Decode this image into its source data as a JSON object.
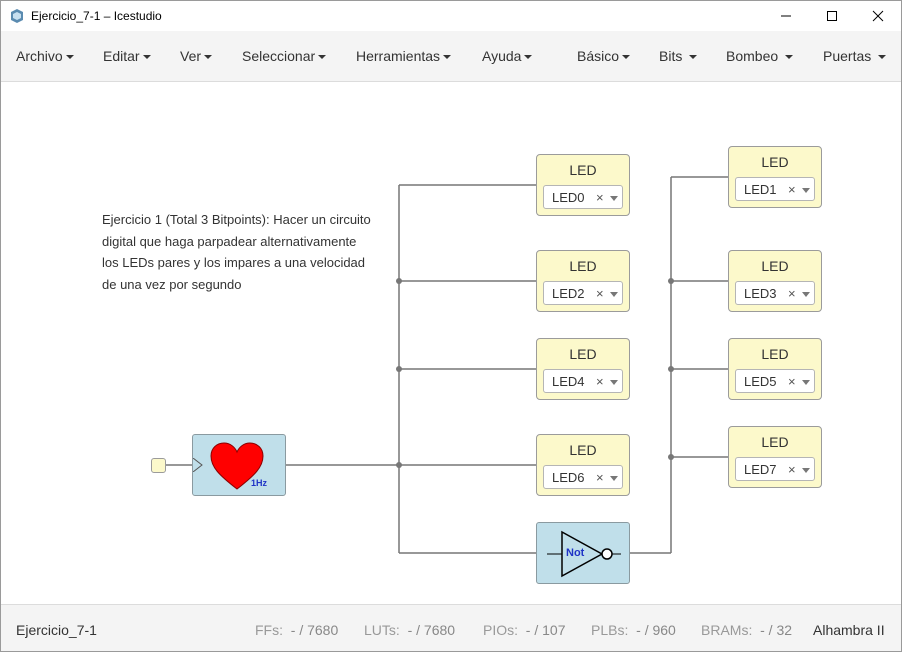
{
  "window": {
    "title": "Ejercicio_7-1 – Icestudio",
    "minimize": "—",
    "maximize": "☐",
    "close": "✕"
  },
  "menu": [
    {
      "label": "Archivo"
    },
    {
      "label": "Editar"
    },
    {
      "label": "Ver"
    },
    {
      "label": "Seleccionar"
    },
    {
      "label": "Herramientas"
    },
    {
      "label": "Ayuda"
    },
    {
      "label": "Básico"
    },
    {
      "label": "Bits"
    },
    {
      "label": "Bombeo"
    },
    {
      "label": "Puertas"
    }
  ],
  "note": "Ejercicio 1 (Total 3 Bitpoints): Hacer un circuito digital que haga parpadear alternativamente los LEDs pares y los impares a una velocidad de una vez por segundo",
  "leds": [
    {
      "title": "LED",
      "value": "LED0",
      "clear": "×"
    },
    {
      "title": "LED",
      "value": "LED1",
      "clear": "×"
    },
    {
      "title": "LED",
      "value": "LED2",
      "clear": "×"
    },
    {
      "title": "LED",
      "value": "LED3",
      "clear": "×"
    },
    {
      "title": "LED",
      "value": "LED4",
      "clear": "×"
    },
    {
      "title": "LED",
      "value": "LED5",
      "clear": "×"
    },
    {
      "title": "LED",
      "value": "LED6",
      "clear": "×"
    },
    {
      "title": "LED",
      "value": "LED7",
      "clear": "×"
    }
  ],
  "heart_block": {
    "label": "1Hz",
    "heart_color": "#ff0000"
  },
  "not_block": {
    "label": "Not"
  },
  "colors": {
    "block_blue": "#c0dfea",
    "led_yellow": "#fcf9cb",
    "wire": "#777777",
    "label_blue": "#1f33c6"
  },
  "status": {
    "project": "Ejercicio_7-1",
    "ffs_label": "FFs:",
    "ffs_value": "- / 7680",
    "luts_label": "LUTs:",
    "luts_value": "- / 7680",
    "pios_label": "PIOs:",
    "pios_value": "- / 107",
    "plbs_label": "PLBs:",
    "plbs_value": "- / 960",
    "brams_label": "BRAMs:",
    "brams_value": "- / 32",
    "board": "Alhambra II"
  }
}
